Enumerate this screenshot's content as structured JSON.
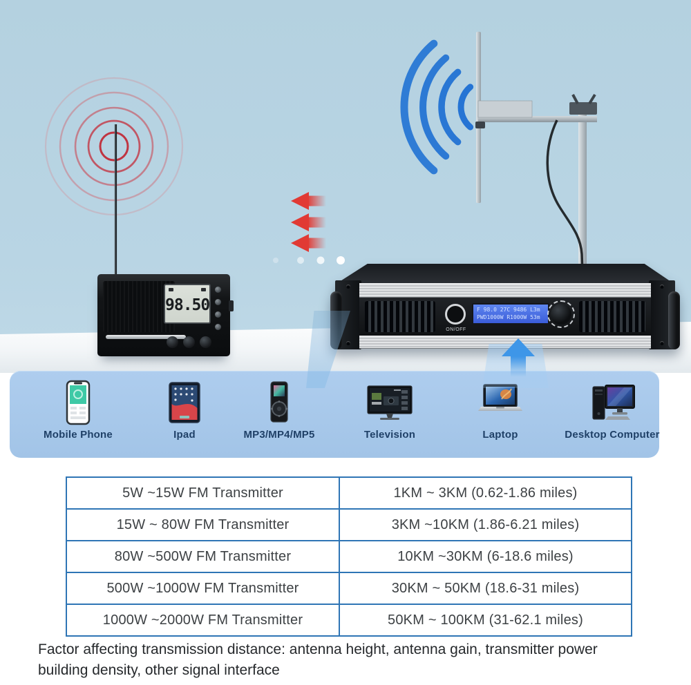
{
  "colors": {
    "background_blue": "#b6d2e1",
    "panel_blue": "#a6c8ea",
    "table_border_blue": "#2e75b5",
    "signal_red": "#d8343c",
    "signal_blue": "#1d6fd3",
    "arrow_blue": "#3e96e8"
  },
  "radio": {
    "frequency": "98.50"
  },
  "transmitter": {
    "power_button_label": "ON/OFF",
    "lcd_line1": "F 98.0 27C 9486 L3m",
    "lcd_line2": "PWD1000W R1000W 53m"
  },
  "devices": [
    {
      "label": "Mobile Phone"
    },
    {
      "label": "Ipad"
    },
    {
      "label": "MP3/MP4/MP5"
    },
    {
      "label": "Television"
    },
    {
      "label": "Laptop"
    },
    {
      "label": "Desktop Computer"
    }
  ],
  "range_table": {
    "rows": [
      {
        "power": "5W ~15W FM Transmitter",
        "distance": "1KM ~ 3KM (0.62-1.86 miles)"
      },
      {
        "power": "15W ~ 80W FM Transmitter",
        "distance": "3KM ~10KM (1.86-6.21 miles)"
      },
      {
        "power": "80W ~500W FM Transmitter",
        "distance": "10KM ~30KM (6-18.6 miles)"
      },
      {
        "power": "500W ~1000W FM Transmitter",
        "distance": "30KM ~ 50KM (18.6-31 miles)"
      },
      {
        "power": "1000W ~2000W FM Transmitter",
        "distance": "50KM ~ 100KM (31-62.1 miles)"
      }
    ]
  },
  "footnote": {
    "line1": "Factor affecting transmission distance: antenna height, antenna gain, transmitter power",
    "line2": "building density, other signal interface"
  }
}
